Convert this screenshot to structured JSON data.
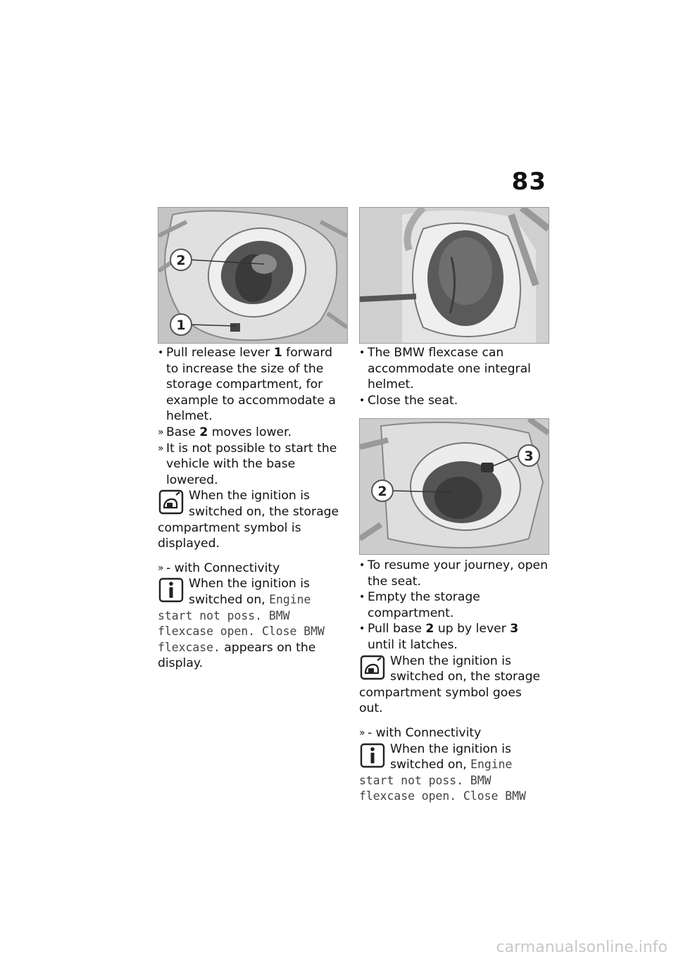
{
  "page_number": "83",
  "left": {
    "photo_callouts": [
      "2",
      "1"
    ],
    "items": [
      {
        "type": "bullet",
        "parts": [
          "Pull release lever ",
          "1",
          " forward to increase the size of the storage compartment, for example to accommodate a helmet."
        ]
      },
      {
        "type": "result",
        "parts": [
          "Base ",
          "2",
          " moves lower."
        ]
      },
      {
        "type": "result",
        "parts": [
          "It is not possible to start the vehicle with the base lowered."
        ]
      }
    ],
    "note1": "When the ignition is switched on, the storage compartment symbol is displayed.",
    "connectivity_label": "- with Connectivity",
    "note2_pre": "When the ignition is switched on, ",
    "note2_mono": "Engine start not poss. BMW flexcase open. Close BMW flexcase.",
    "note2_post": " appears on the display."
  },
  "right": {
    "items_top": [
      {
        "type": "bullet",
        "text": "The BMW flexcase can accommodate one integral helmet."
      },
      {
        "type": "bullet",
        "text": "Close the seat."
      }
    ],
    "photo2_callouts": [
      "3",
      "2"
    ],
    "items_bottom": [
      {
        "type": "bullet",
        "parts": [
          "To resume your journey, open the seat."
        ]
      },
      {
        "type": "bullet",
        "parts": [
          "Empty the storage compartment."
        ]
      },
      {
        "type": "bullet",
        "parts": [
          "Pull base ",
          "2",
          " up by lever ",
          "3",
          " until it latches."
        ]
      }
    ],
    "note1": "When the ignition is switched on, the storage compartment symbol goes out.",
    "connectivity_label": "- with Connectivity",
    "note2_pre": "When the ignition is switched on, ",
    "note2_mono": "Engine start not poss. BMW flexcase open. Close BMW"
  },
  "glyphs": {
    "bullet": "•",
    "result": "»"
  },
  "footer": "carmanualsonline.info",
  "colors": {
    "text": "#111111",
    "photo_bg": "#d8d8d8",
    "callout_border": "#555555"
  },
  "icons": [
    "storage-compartment-icon",
    "info-icon"
  ]
}
